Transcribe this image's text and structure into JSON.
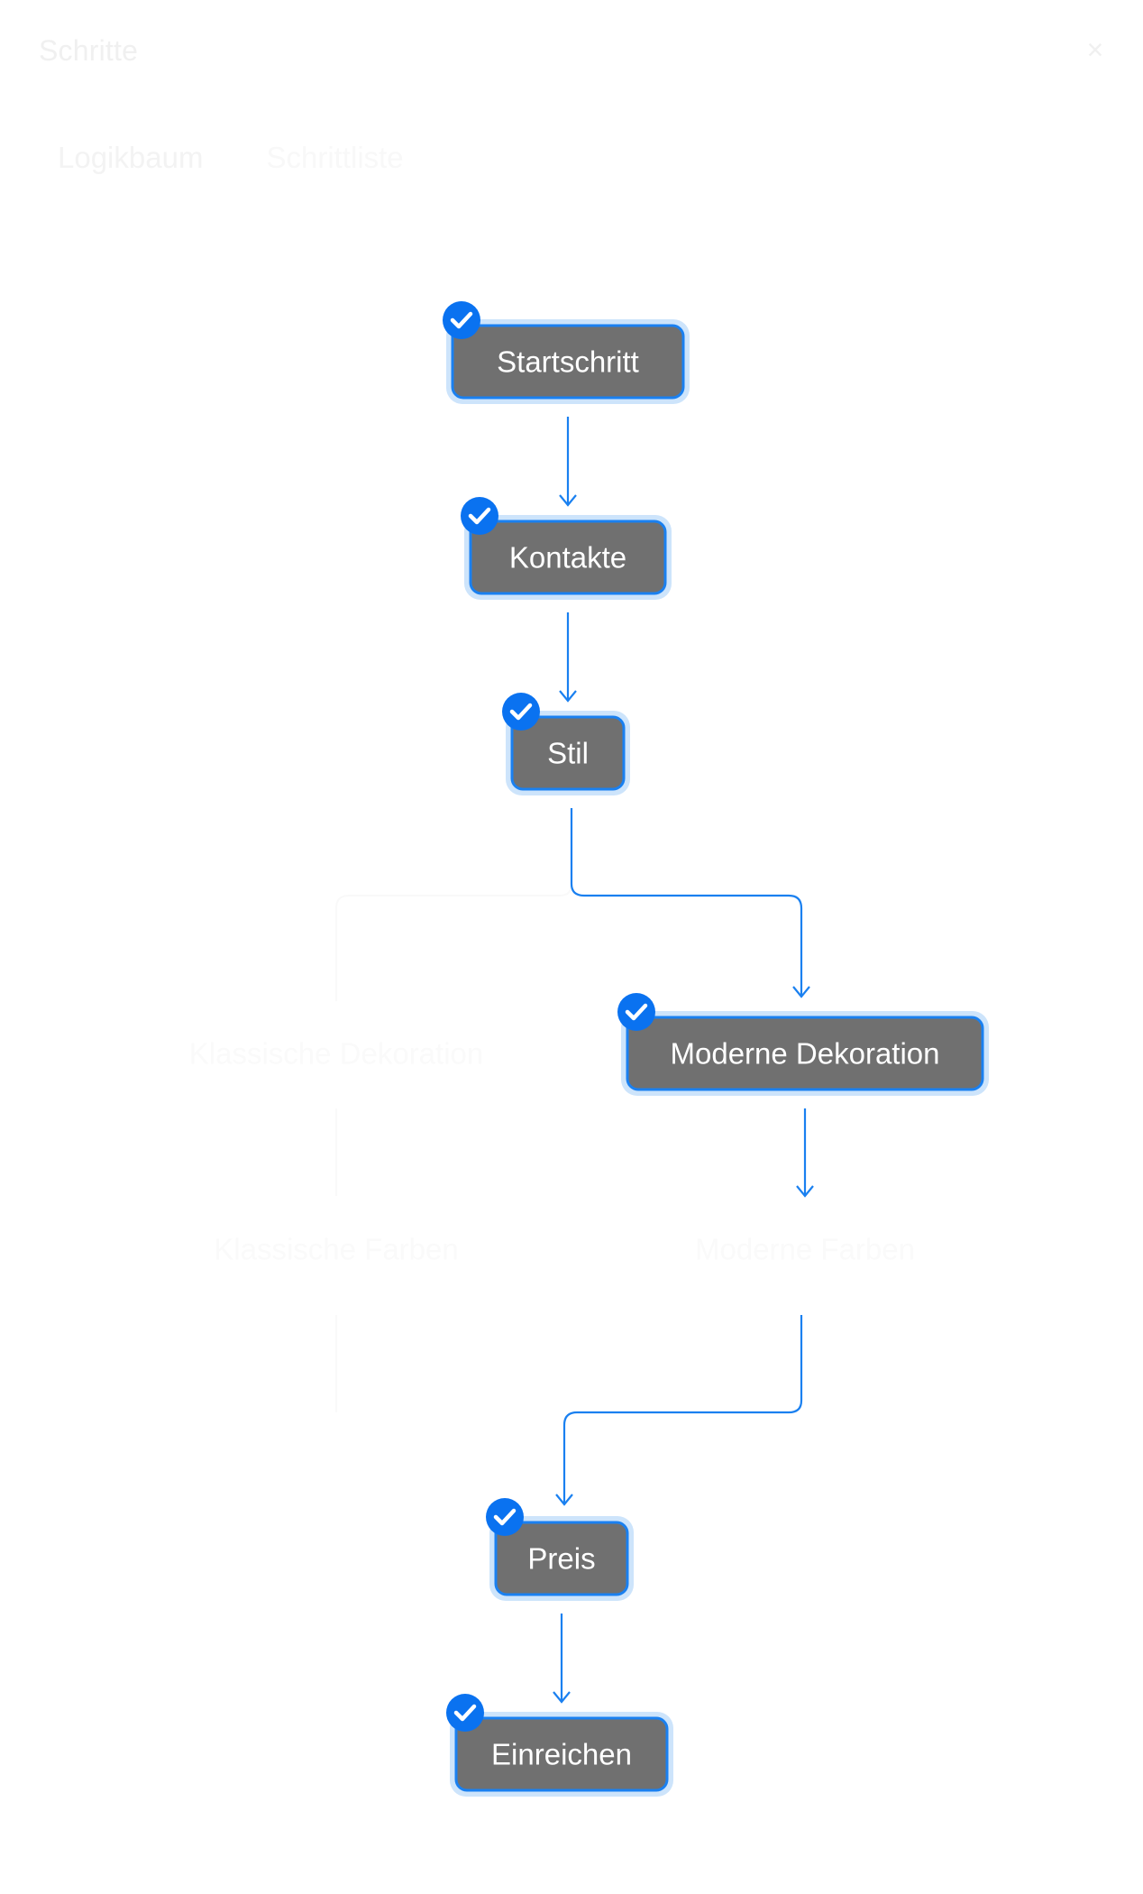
{
  "header": {
    "title": "Schritte",
    "close_label": "×"
  },
  "tabs": [
    {
      "label": "Logikbaum",
      "active": true
    },
    {
      "label": "Schrittliste",
      "active": false
    }
  ],
  "colors": {
    "node_fill": "#707070",
    "node_border": "#1a80f0",
    "node_halo": "#cde4fb",
    "edge": "#1a80f0",
    "check_badge": "#0a72f0"
  },
  "nodes": [
    {
      "id": "start",
      "label": "Startschritt",
      "completed": true,
      "faded": false
    },
    {
      "id": "kontakte",
      "label": "Kontakte",
      "completed": true,
      "faded": false
    },
    {
      "id": "stil",
      "label": "Stil",
      "completed": true,
      "faded": false
    },
    {
      "id": "klassische-dekoration",
      "label": "Klassische Dekoration",
      "completed": false,
      "faded": true
    },
    {
      "id": "moderne-dekoration",
      "label": "Moderne Dekoration",
      "completed": true,
      "faded": false
    },
    {
      "id": "klassische-farben",
      "label": "Klassische Farben",
      "completed": false,
      "faded": true
    },
    {
      "id": "moderne-farben",
      "label": "Moderne Farben",
      "completed": false,
      "faded": true
    },
    {
      "id": "preis",
      "label": "Preis",
      "completed": true,
      "faded": false
    },
    {
      "id": "einreichen",
      "label": "Einreichen",
      "completed": true,
      "faded": false
    }
  ],
  "edges": [
    {
      "from": "start",
      "to": "kontakte",
      "active": true
    },
    {
      "from": "kontakte",
      "to": "stil",
      "active": true
    },
    {
      "from": "stil",
      "to": "klassische-dekoration",
      "active": false
    },
    {
      "from": "stil",
      "to": "moderne-dekoration",
      "active": true
    },
    {
      "from": "klassische-dekoration",
      "to": "klassische-farben",
      "active": false
    },
    {
      "from": "moderne-dekoration",
      "to": "moderne-farben",
      "active": true
    },
    {
      "from": "klassische-farben",
      "to": "preis",
      "active": false
    },
    {
      "from": "moderne-farben",
      "to": "preis",
      "active": true
    },
    {
      "from": "preis",
      "to": "einreichen",
      "active": true
    }
  ]
}
